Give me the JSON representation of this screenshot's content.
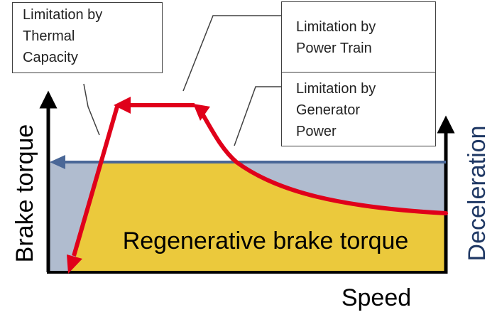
{
  "axes": {
    "y_left_label": "Brake torque",
    "y_right_label": "Deceleration",
    "x_label": "Speed"
  },
  "region": {
    "label": "Regenerative brake torque"
  },
  "callouts": {
    "thermal_capacity": "Limitation by\nThermal\nCapacity",
    "power_train": "Limitation by\nPower Train",
    "generator_power": "Limitation by\nGenerator\nPower"
  },
  "colors": {
    "yellow_region": "#EBC93C",
    "blue_region": "#B0BCCF",
    "red_curve": "#E0001A",
    "blue_line": "#4A6797",
    "axis": "#000000",
    "y_right_label_color": "#1F3864"
  }
}
